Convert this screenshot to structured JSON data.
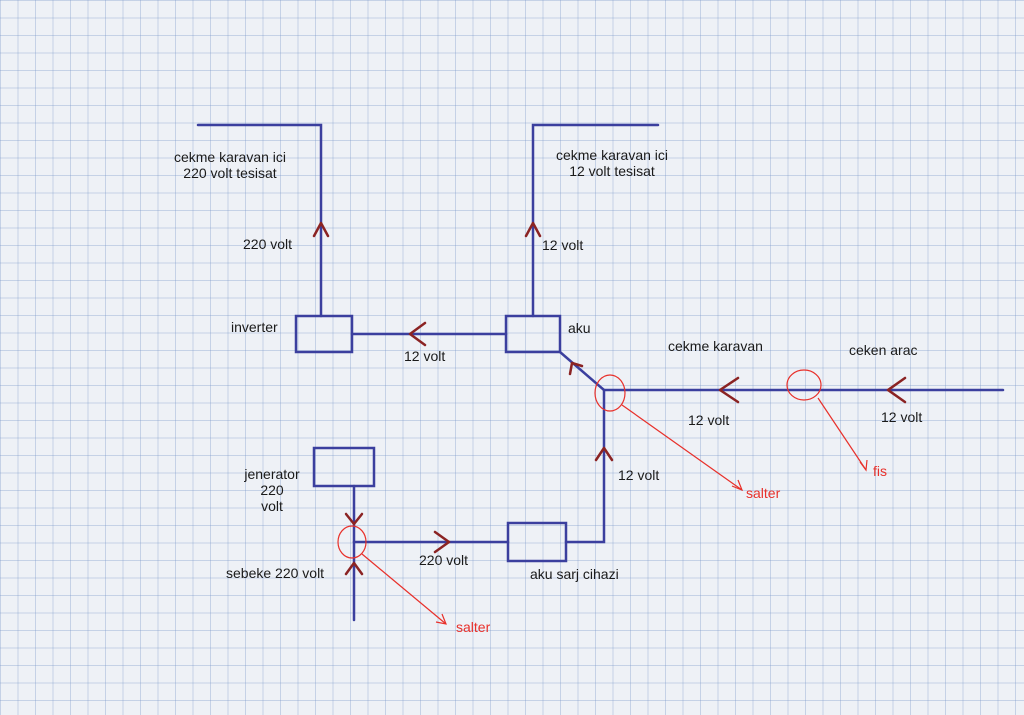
{
  "colors": {
    "wire": "#3b3f9e",
    "arrow": "#8b2323",
    "annotation": "#e8302a",
    "text": "#1a1a1a"
  },
  "labels": {
    "trailer_220_line1": "cekme karavan ici",
    "trailer_220_line2": "220 volt tesisat",
    "trailer_12_line1": "cekme karavan ici",
    "trailer_12_line2": "12 volt tesisat",
    "v220_top": "220 volt",
    "v12_top": "12 volt",
    "inverter": "inverter",
    "aku": "aku",
    "v12_inverter": "12 volt",
    "cekme_karavan": "cekme karavan",
    "ceken_arac": "ceken arac",
    "v12_karavan": "12 volt",
    "v12_arac": "12 volt",
    "v12_charger": "12 volt",
    "jenerator_line1": "jenerator",
    "jenerator_line2": "220",
    "jenerator_line3": "volt",
    "sebeke": "sebeke 220 volt",
    "v220_mid": "220 volt",
    "aku_sarj": "aku sarj cihazi",
    "salter_right": "salter",
    "salter_bottom": "salter",
    "fis": "fis"
  }
}
